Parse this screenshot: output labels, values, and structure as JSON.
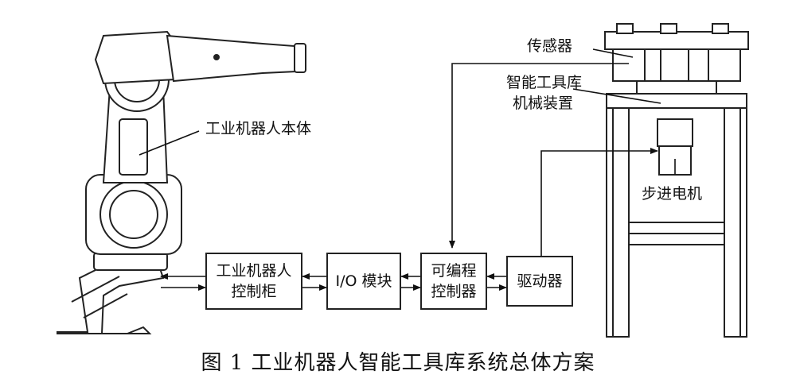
{
  "labels": {
    "robot_body": "工业机器人本体",
    "sensor": "传感器",
    "tool_store_mech_line1": "智能工具库",
    "tool_store_mech_line2": "机械装置",
    "stepper_motor": "步进电机"
  },
  "boxes": {
    "robot_controller_line1": "工业机器人",
    "robot_controller_line2": "控制柜",
    "io_module": "I/O 模块",
    "plc_line1": "可编程",
    "plc_line2": "控制器",
    "driver": "驱动器"
  },
  "caption": "图 1  工业机器人智能工具库系统总体方案"
}
